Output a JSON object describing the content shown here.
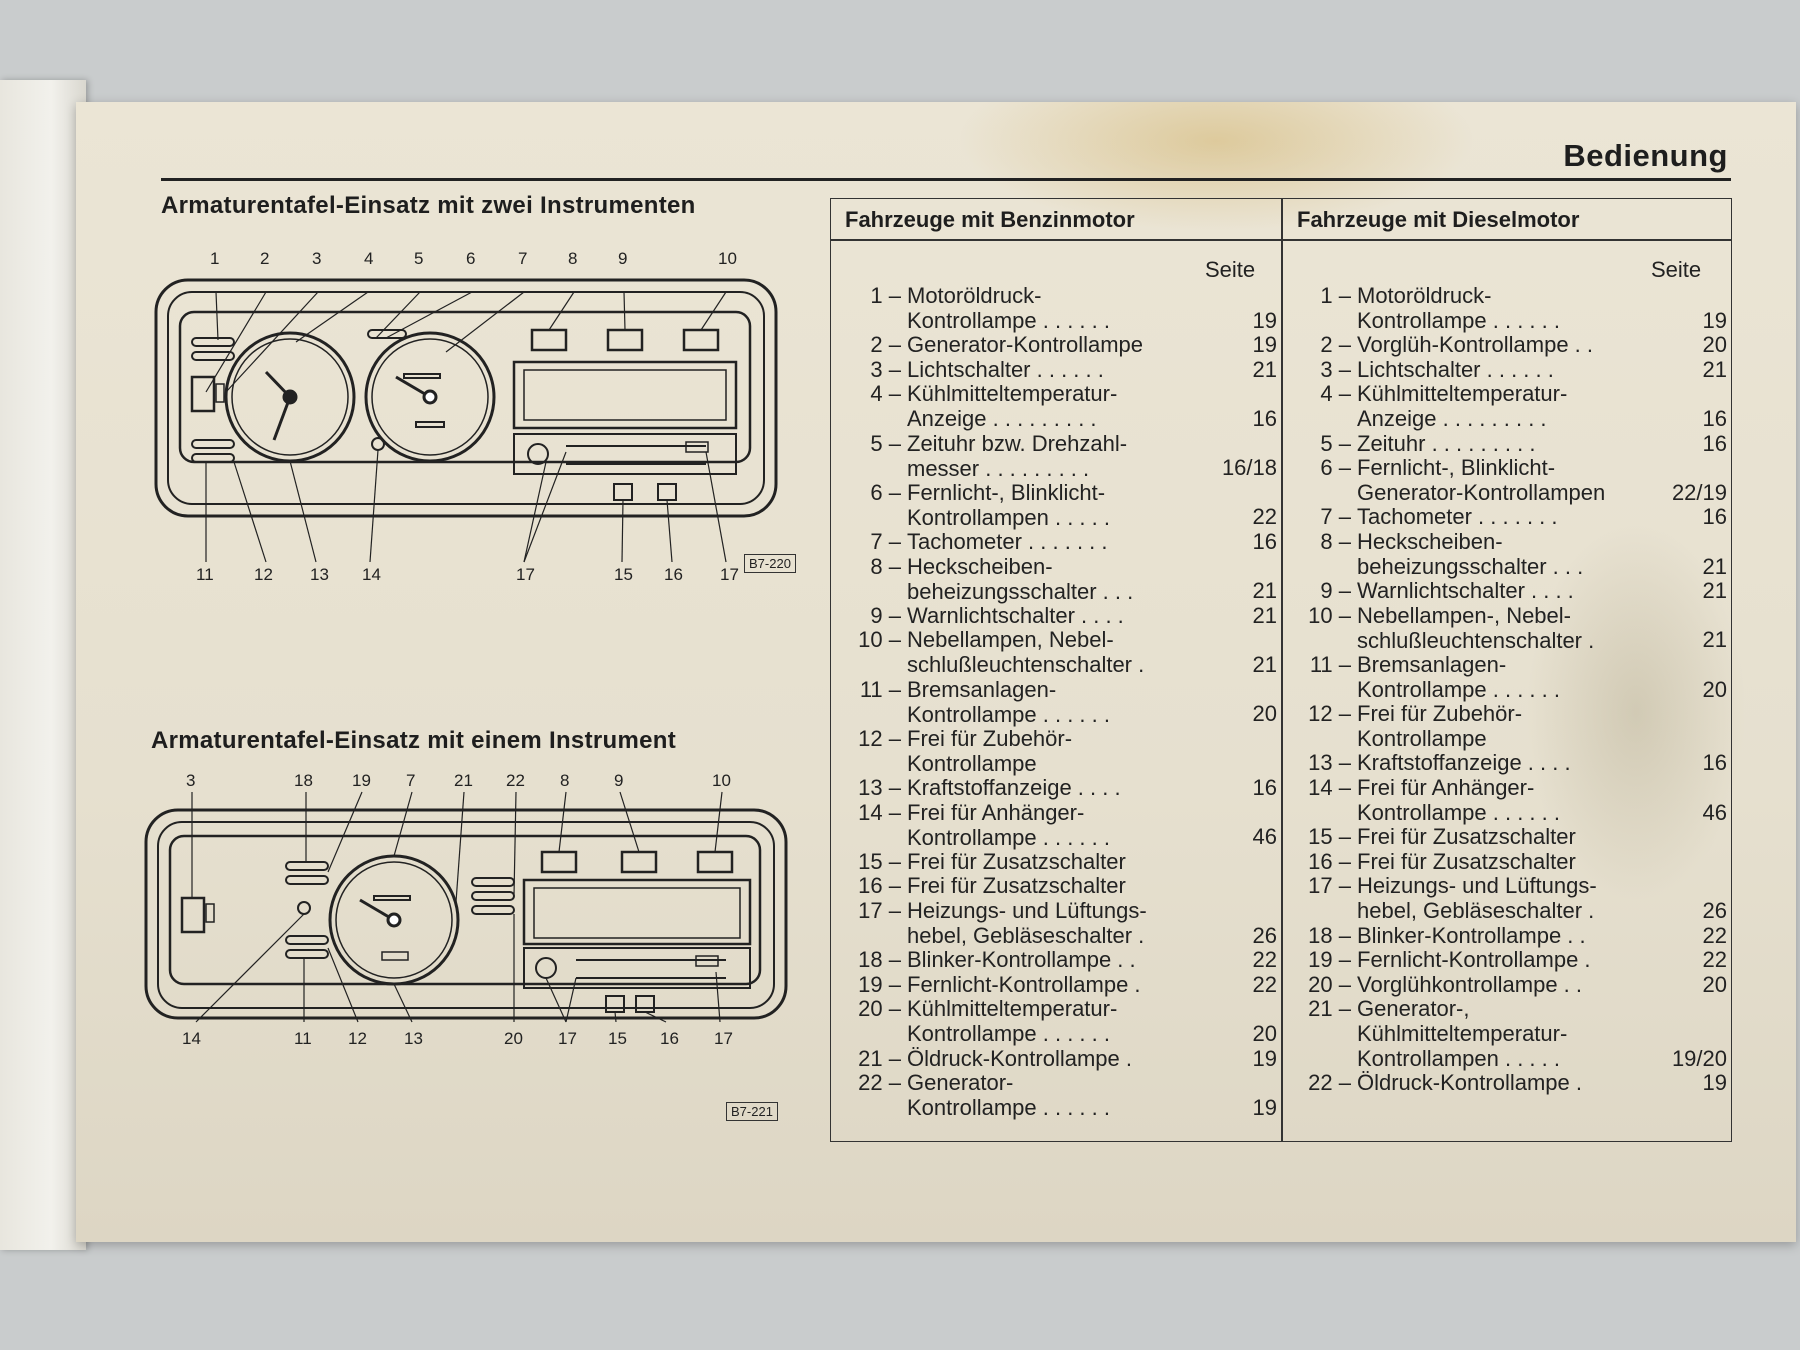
{
  "section_title": "Bedienung",
  "diagram_top": {
    "heading": "Armaturentafel-Einsatz mit zwei Instrumenten",
    "callouts_top": [
      "1",
      "2",
      "3",
      "4",
      "5",
      "6",
      "7",
      "8",
      "9",
      "10"
    ],
    "callouts_bottom": [
      "11",
      "12",
      "13",
      "14",
      "17",
      "15",
      "16",
      "17"
    ],
    "figure_code": "B7-220"
  },
  "diagram_bottom": {
    "heading": "Armaturentafel-Einsatz mit einem Instrument",
    "callouts_top": [
      "3",
      "18",
      "19",
      "7",
      "21",
      "22",
      "8",
      "9",
      "10"
    ],
    "callouts_bottom": [
      "14",
      "11",
      "12",
      "13",
      "20",
      "17",
      "15",
      "16",
      "17"
    ],
    "figure_code": "B7-221"
  },
  "table": {
    "petrol": {
      "header": "Fahrzeuge mit Benzinmotor",
      "page_label": "Seite",
      "items": [
        {
          "num": "1 –",
          "lines": [
            "Motoröldruck-",
            "Kontrollampe . . . . . ."
          ],
          "page": "19"
        },
        {
          "num": "2 –",
          "lines": [
            "Generator-Kontrollampe"
          ],
          "page": "19"
        },
        {
          "num": "3 –",
          "lines": [
            "Lichtschalter . . . . . ."
          ],
          "page": "21"
        },
        {
          "num": "4 –",
          "lines": [
            "Kühlmitteltemperatur-",
            "Anzeige . . . . . . . . ."
          ],
          "page": "16"
        },
        {
          "num": "5 –",
          "lines": [
            "Zeituhr bzw. Drehzahl-",
            "messer . . . . . . . . ."
          ],
          "page": "16/18"
        },
        {
          "num": "6 –",
          "lines": [
            "Fernlicht-, Blinklicht-",
            "Kontrollampen . . . . ."
          ],
          "page": "22"
        },
        {
          "num": "7 –",
          "lines": [
            "Tachometer . . . . . . ."
          ],
          "page": "16"
        },
        {
          "num": "8 –",
          "lines": [
            "Heckscheiben-",
            "beheizungsschalter . . ."
          ],
          "page": "21"
        },
        {
          "num": "9 –",
          "lines": [
            "Warnlichtschalter . . . ."
          ],
          "page": "21"
        },
        {
          "num": "10 –",
          "lines": [
            "Nebellampen, Nebel-",
            "schlußleuchtenschalter ."
          ],
          "page": "21"
        },
        {
          "num": "11 –",
          "lines": [
            "Bremsanlagen-",
            "Kontrollampe . . . . . ."
          ],
          "page": "20"
        },
        {
          "num": "12 –",
          "lines": [
            "Frei für Zubehör-",
            "Kontrollampe"
          ],
          "page": ""
        },
        {
          "num": "13 –",
          "lines": [
            "Kraftstoffanzeige . . . ."
          ],
          "page": "16"
        },
        {
          "num": "14 –",
          "lines": [
            "Frei für Anhänger-",
            "Kontrollampe . . . . . ."
          ],
          "page": "46"
        },
        {
          "num": "15 –",
          "lines": [
            "Frei für Zusatzschalter"
          ],
          "page": ""
        },
        {
          "num": "16 –",
          "lines": [
            "Frei für Zusatzschalter"
          ],
          "page": ""
        },
        {
          "num": "17 –",
          "lines": [
            "Heizungs- und Lüftungs-",
            "hebel, Gebläseschalter ."
          ],
          "page": "26"
        },
        {
          "num": "18 –",
          "lines": [
            "Blinker-Kontrollampe . ."
          ],
          "page": "22"
        },
        {
          "num": "19 –",
          "lines": [
            "Fernlicht-Kontrollampe ."
          ],
          "page": "22"
        },
        {
          "num": "20 –",
          "lines": [
            "Kühlmitteltemperatur-",
            "Kontrollampe . . . . . ."
          ],
          "page": "20"
        },
        {
          "num": "21 –",
          "lines": [
            "Öldruck-Kontrollampe ."
          ],
          "page": "19"
        },
        {
          "num": "22 –",
          "lines": [
            "Generator-",
            "Kontrollampe . . . . . ."
          ],
          "page": "19"
        }
      ]
    },
    "diesel": {
      "header": "Fahrzeuge mit Dieselmotor",
      "page_label": "Seite",
      "items": [
        {
          "num": "1 –",
          "lines": [
            "Motoröldruck-",
            "Kontrollampe . . . . . ."
          ],
          "page": "19"
        },
        {
          "num": "2 –",
          "lines": [
            "Vorglüh-Kontrollampe . ."
          ],
          "page": "20"
        },
        {
          "num": "3 –",
          "lines": [
            "Lichtschalter . . . . . ."
          ],
          "page": "21"
        },
        {
          "num": "4 –",
          "lines": [
            "Kühlmitteltemperatur-",
            "Anzeige . . . . . . . . ."
          ],
          "page": "16"
        },
        {
          "num": "5 –",
          "lines": [
            "Zeituhr . . . . . . . . ."
          ],
          "page": "16"
        },
        {
          "num": "6 –",
          "lines": [
            "Fernlicht-, Blinklicht-",
            "Generator-Kontrollampen"
          ],
          "page": "22/19"
        },
        {
          "num": "7 –",
          "lines": [
            "Tachometer . . . . . . ."
          ],
          "page": "16"
        },
        {
          "num": "8 –",
          "lines": [
            "Heckscheiben-",
            "beheizungsschalter . . ."
          ],
          "page": "21"
        },
        {
          "num": "9 –",
          "lines": [
            "Warnlichtschalter . . . ."
          ],
          "page": "21"
        },
        {
          "num": "10 –",
          "lines": [
            "Nebellampen-, Nebel-",
            "schlußleuchtenschalter ."
          ],
          "page": "21"
        },
        {
          "num": "11 –",
          "lines": [
            "Bremsanlagen-",
            "Kontrollampe . . . . . ."
          ],
          "page": "20"
        },
        {
          "num": "12 –",
          "lines": [
            "Frei für Zubehör-",
            "Kontrollampe"
          ],
          "page": ""
        },
        {
          "num": "13 –",
          "lines": [
            "Kraftstoffanzeige . . . ."
          ],
          "page": "16"
        },
        {
          "num": "14 –",
          "lines": [
            "Frei für Anhänger-",
            "Kontrollampe . . . . . ."
          ],
          "page": "46"
        },
        {
          "num": "15 –",
          "lines": [
            "Frei für Zusatzschalter"
          ],
          "page": ""
        },
        {
          "num": "16 –",
          "lines": [
            "Frei für Zusatzschalter"
          ],
          "page": ""
        },
        {
          "num": "17 –",
          "lines": [
            "Heizungs- und Lüftungs-",
            "hebel, Gebläseschalter ."
          ],
          "page": "26"
        },
        {
          "num": "18 –",
          "lines": [
            "Blinker-Kontrollampe . ."
          ],
          "page": "22"
        },
        {
          "num": "19 –",
          "lines": [
            "Fernlicht-Kontrollampe ."
          ],
          "page": "22"
        },
        {
          "num": "20 –",
          "lines": [
            "Vorglühkontrollampe . ."
          ],
          "page": "20"
        },
        {
          "num": "21 –",
          "lines": [
            "Generator-,",
            "Kühlmitteltemperatur-",
            "Kontrollampen . . . . ."
          ],
          "page": "19/20"
        },
        {
          "num": "22 –",
          "lines": [
            "Öldruck-Kontrollampe ."
          ],
          "page": "19"
        }
      ]
    }
  }
}
